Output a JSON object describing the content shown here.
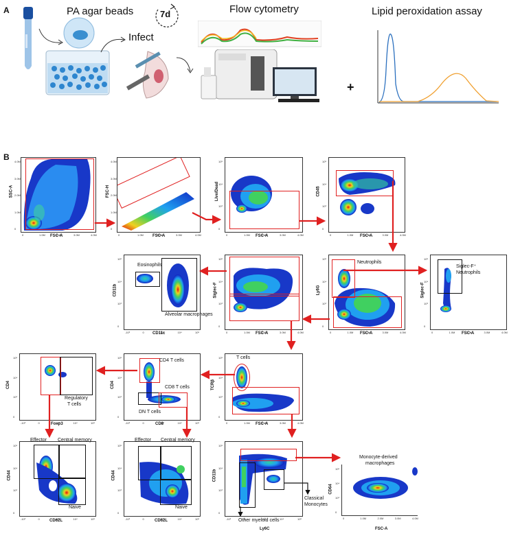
{
  "panel_a": {
    "letter": "A",
    "titles": {
      "agar": "PA agar beads",
      "infect": "Infect",
      "days": "7d",
      "flow": "Flow cytometry",
      "lipid": "Lipid peroxidation assay",
      "plus": "+"
    }
  },
  "panel_b": {
    "letter": "B",
    "plots": {
      "p1": {
        "x": "FSC-A",
        "y": "SSC-A"
      },
      "p2": {
        "x": "FSC-A",
        "y": "FSC-H"
      },
      "p3": {
        "x": "FSC-A",
        "y": "Live/Dead"
      },
      "p4": {
        "x": "FSC-A",
        "y": "CD45"
      },
      "p5": {
        "x": "CD11c",
        "y": "CD11b"
      },
      "p6": {
        "x": "FSC-A",
        "y": "Siglec-F"
      },
      "p7": {
        "x": "FSC-A",
        "y": "Ly6G"
      },
      "p8": {
        "x": "FSC-A",
        "y": "Siglec-F"
      },
      "p9": {
        "x": "Foxp3",
        "y": "CD4"
      },
      "p10": {
        "x": "CD8",
        "y": "CD4"
      },
      "p11": {
        "x": "FSC-A",
        "y": "TCRβ"
      },
      "p12": {
        "x": "CD62L",
        "y": "CD44"
      },
      "p13": {
        "x": "CD62L",
        "y": "CD44"
      },
      "p14": {
        "x": "Ly6C",
        "y": "CD11b"
      },
      "p15": {
        "x": "FSC-A",
        "y": "CD64"
      }
    },
    "labels": {
      "eosinophils": "Eosinophils",
      "alveolar": "Alveolar macrophages",
      "neutrophils": "Neutrophils",
      "siglec_neut_1": "Siglec-F⁺",
      "siglec_neut_2": "Neutrophils",
      "cd4t": "CD4 T cells",
      "cd8t": "CD8 T cells",
      "dnt": "DN T cells",
      "tcells": "T cells",
      "treg_1": "Regulatory",
      "treg_2": "T cells",
      "effector": "Effector",
      "central_memory": "Central memory",
      "naive": "Naive",
      "classical_1": "Classical",
      "classical_2": "Monocytes",
      "other_myeloid": "Other myeloid cells",
      "mdm_1": "Monocyte-derived",
      "mdm_2": "macrophages"
    },
    "ticks": {
      "fsc": [
        "0",
        "1.0M",
        "2.0M",
        "3.0M",
        "4.0M"
      ],
      "fsc_y": [
        "4.0M",
        "3.0M",
        "2.0M",
        "1.0M",
        "0"
      ],
      "log": [
        "-10³",
        "0",
        "10³",
        "10⁴",
        "10⁵"
      ],
      "log_y": [
        "10⁵",
        "10⁴",
        "10³",
        "0"
      ]
    }
  }
}
